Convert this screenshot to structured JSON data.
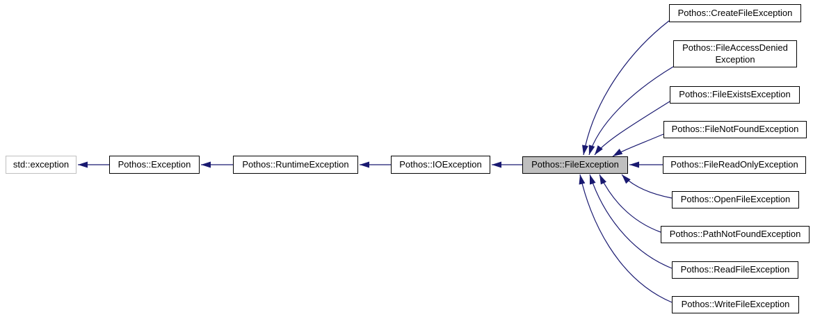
{
  "diagram": {
    "type": "class-inheritance-graph",
    "subject": "Pothos::FileException"
  },
  "colors": {
    "edge": "#191970",
    "node-border": "#000000",
    "external-border": "#bfbfbf",
    "highlight-fill": "#bfbfbf",
    "node-fill": "#ffffff",
    "text": "#000000",
    "bg": "#ffffff"
  },
  "nodes": [
    {
      "id": "std-exception",
      "label": "std::exception",
      "style": "external"
    },
    {
      "id": "pothos-exception",
      "label": "Pothos::Exception",
      "style": "link"
    },
    {
      "id": "pothos-runtime-exception",
      "label": "Pothos::RuntimeException",
      "style": "link"
    },
    {
      "id": "pothos-io-exception",
      "label": "Pothos::IOException",
      "style": "link"
    },
    {
      "id": "pothos-file-exception",
      "label": "Pothos::FileException",
      "style": "highlight"
    },
    {
      "id": "pothos-create-file-exception",
      "label": "Pothos::CreateFileException",
      "style": "link"
    },
    {
      "id": "pothos-file-access-denied-exception",
      "label": "Pothos::FileAccessDenied\nException",
      "style": "link"
    },
    {
      "id": "pothos-file-exists-exception",
      "label": "Pothos::FileExistsException",
      "style": "link"
    },
    {
      "id": "pothos-file-not-found-exception",
      "label": "Pothos::FileNotFoundException",
      "style": "link"
    },
    {
      "id": "pothos-file-read-only-exception",
      "label": "Pothos::FileReadOnlyException",
      "style": "link"
    },
    {
      "id": "pothos-open-file-exception",
      "label": "Pothos::OpenFileException",
      "style": "link"
    },
    {
      "id": "pothos-path-not-found-exception",
      "label": "Pothos::PathNotFoundException",
      "style": "link"
    },
    {
      "id": "pothos-read-file-exception",
      "label": "Pothos::ReadFileException",
      "style": "link"
    },
    {
      "id": "pothos-write-file-exception",
      "label": "Pothos::WriteFileException",
      "style": "link"
    }
  ],
  "edges": [
    {
      "from": "pothos-exception",
      "to": "std-exception"
    },
    {
      "from": "pothos-runtime-exception",
      "to": "pothos-exception"
    },
    {
      "from": "pothos-io-exception",
      "to": "pothos-runtime-exception"
    },
    {
      "from": "pothos-file-exception",
      "to": "pothos-io-exception"
    },
    {
      "from": "pothos-create-file-exception",
      "to": "pothos-file-exception"
    },
    {
      "from": "pothos-file-access-denied-exception",
      "to": "pothos-file-exception"
    },
    {
      "from": "pothos-file-exists-exception",
      "to": "pothos-file-exception"
    },
    {
      "from": "pothos-file-not-found-exception",
      "to": "pothos-file-exception"
    },
    {
      "from": "pothos-file-read-only-exception",
      "to": "pothos-file-exception"
    },
    {
      "from": "pothos-open-file-exception",
      "to": "pothos-file-exception"
    },
    {
      "from": "pothos-path-not-found-exception",
      "to": "pothos-file-exception"
    },
    {
      "from": "pothos-read-file-exception",
      "to": "pothos-file-exception"
    },
    {
      "from": "pothos-write-file-exception",
      "to": "pothos-file-exception"
    }
  ]
}
